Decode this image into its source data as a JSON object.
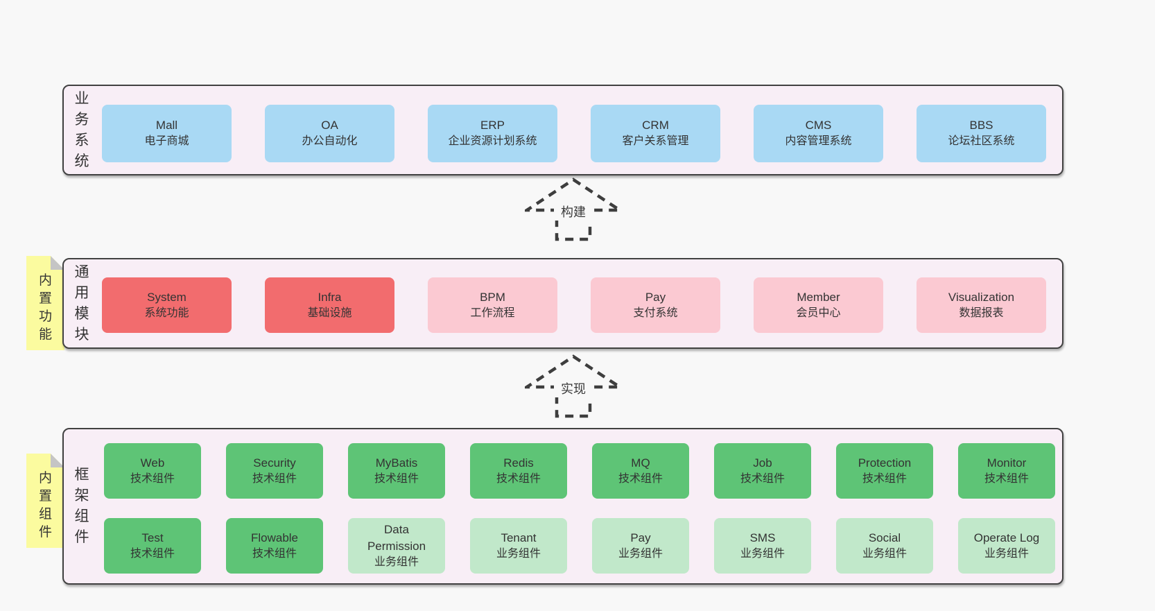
{
  "colors": {
    "page_bg": "#f8f8f8",
    "panel_bg": "#f8eef6",
    "panel_border": "#414141",
    "blue": "#a9d9f4",
    "red": "#f26c6e",
    "pink": "#fbc9d2",
    "green": "#5ec476",
    "light_green": "#c1e8ca",
    "sticky_yellow": "#fbfb9f",
    "sticky_fold": "#c5c5c5",
    "text": "#333333"
  },
  "arrows": {
    "build_label": "构建",
    "implement_label": "实现"
  },
  "sections": {
    "business": {
      "label": "业务系统",
      "boxes": [
        {
          "title": "Mall",
          "subtitle": "电子商城"
        },
        {
          "title": "OA",
          "subtitle": "办公自动化"
        },
        {
          "title": "ERP",
          "subtitle": "企业资源计划系统"
        },
        {
          "title": "CRM",
          "subtitle": "客户关系管理"
        },
        {
          "title": "CMS",
          "subtitle": "内容管理系统"
        },
        {
          "title": "BBS",
          "subtitle": "论坛社区系统"
        }
      ]
    },
    "modules": {
      "sticky": "内置功能",
      "label": "通用模块",
      "boxes": [
        {
          "title": "System",
          "subtitle": "系统功能",
          "variant": "red"
        },
        {
          "title": "Infra",
          "subtitle": "基础设施",
          "variant": "red"
        },
        {
          "title": "BPM",
          "subtitle": "工作流程",
          "variant": "pink"
        },
        {
          "title": "Pay",
          "subtitle": "支付系统",
          "variant": "pink"
        },
        {
          "title": "Member",
          "subtitle": "会员中心",
          "variant": "pink"
        },
        {
          "title": "Visualization",
          "subtitle": "数据报表",
          "variant": "pink"
        }
      ]
    },
    "components": {
      "sticky": "内置组件",
      "label": "框架组件",
      "row1": [
        {
          "title": "Web",
          "subtitle": "技术组件",
          "variant": "green"
        },
        {
          "title": "Security",
          "subtitle": "技术组件",
          "variant": "green"
        },
        {
          "title": "MyBatis",
          "subtitle": "技术组件",
          "variant": "green"
        },
        {
          "title": "Redis",
          "subtitle": "技术组件",
          "variant": "green"
        },
        {
          "title": "MQ",
          "subtitle": "技术组件",
          "variant": "green"
        },
        {
          "title": "Job",
          "subtitle": "技术组件",
          "variant": "green"
        },
        {
          "title": "Protection",
          "subtitle": "技术组件",
          "variant": "green"
        },
        {
          "title": "Monitor",
          "subtitle": "技术组件",
          "variant": "green"
        }
      ],
      "row2": [
        {
          "title": "Test",
          "subtitle": "技术组件",
          "variant": "green"
        },
        {
          "title": "Flowable",
          "subtitle": "技术组件",
          "variant": "green"
        },
        {
          "title": "Data Permission",
          "subtitle": "业务组件",
          "variant": "light-green"
        },
        {
          "title": "Tenant",
          "subtitle": "业务组件",
          "variant": "light-green"
        },
        {
          "title": "Pay",
          "subtitle": "业务组件",
          "variant": "light-green"
        },
        {
          "title": "SMS",
          "subtitle": "业务组件",
          "variant": "light-green"
        },
        {
          "title": "Social",
          "subtitle": "业务组件",
          "variant": "light-green"
        },
        {
          "title": "Operate Log",
          "subtitle": "业务组件",
          "variant": "light-green"
        }
      ]
    }
  }
}
